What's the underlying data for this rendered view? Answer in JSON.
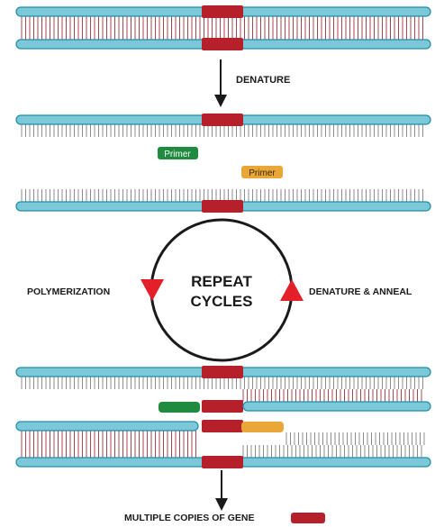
{
  "labels": {
    "denature": "DENATURE",
    "primer_forward": "Primer",
    "primer_reverse": "Primer",
    "polymerization": "POLYMERIZATION",
    "cycle_line1": "REPEAT",
    "cycle_line2": "CYCLES",
    "denature_anneal": "DENATURE & ANNEAL",
    "legend": "MULTIPLE COPIES OF GENE"
  },
  "colors": {
    "strand_fill": "#7cc8d8",
    "strand_edge": "#1f8fab",
    "gene": "#b5202a",
    "rung": "#a9454f",
    "primer_forward": "#1e8b3e",
    "primer_reverse": "#e8a736",
    "arrow": "#1a1a1a",
    "triangle": "#e3202a"
  }
}
